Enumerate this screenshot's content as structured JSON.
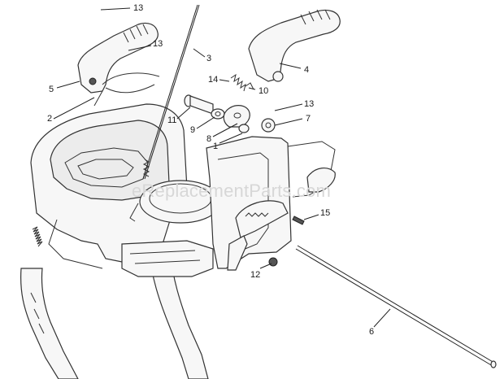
{
  "watermark": "eReplacementParts.com",
  "callouts": [
    {
      "id": "13a",
      "label": "13"
    },
    {
      "id": "13b",
      "label": "13"
    },
    {
      "id": "5",
      "label": "5"
    },
    {
      "id": "2",
      "label": "2"
    },
    {
      "id": "3",
      "label": "3"
    },
    {
      "id": "4",
      "label": "4"
    },
    {
      "id": "14",
      "label": "14"
    },
    {
      "id": "10",
      "label": "10"
    },
    {
      "id": "13c",
      "label": "13"
    },
    {
      "id": "11",
      "label": "11"
    },
    {
      "id": "7",
      "label": "7"
    },
    {
      "id": "9",
      "label": "9"
    },
    {
      "id": "8",
      "label": "8"
    },
    {
      "id": "1",
      "label": "1"
    },
    {
      "id": "15",
      "label": "15"
    },
    {
      "id": "12",
      "label": "12"
    },
    {
      "id": "6",
      "label": "6"
    }
  ]
}
